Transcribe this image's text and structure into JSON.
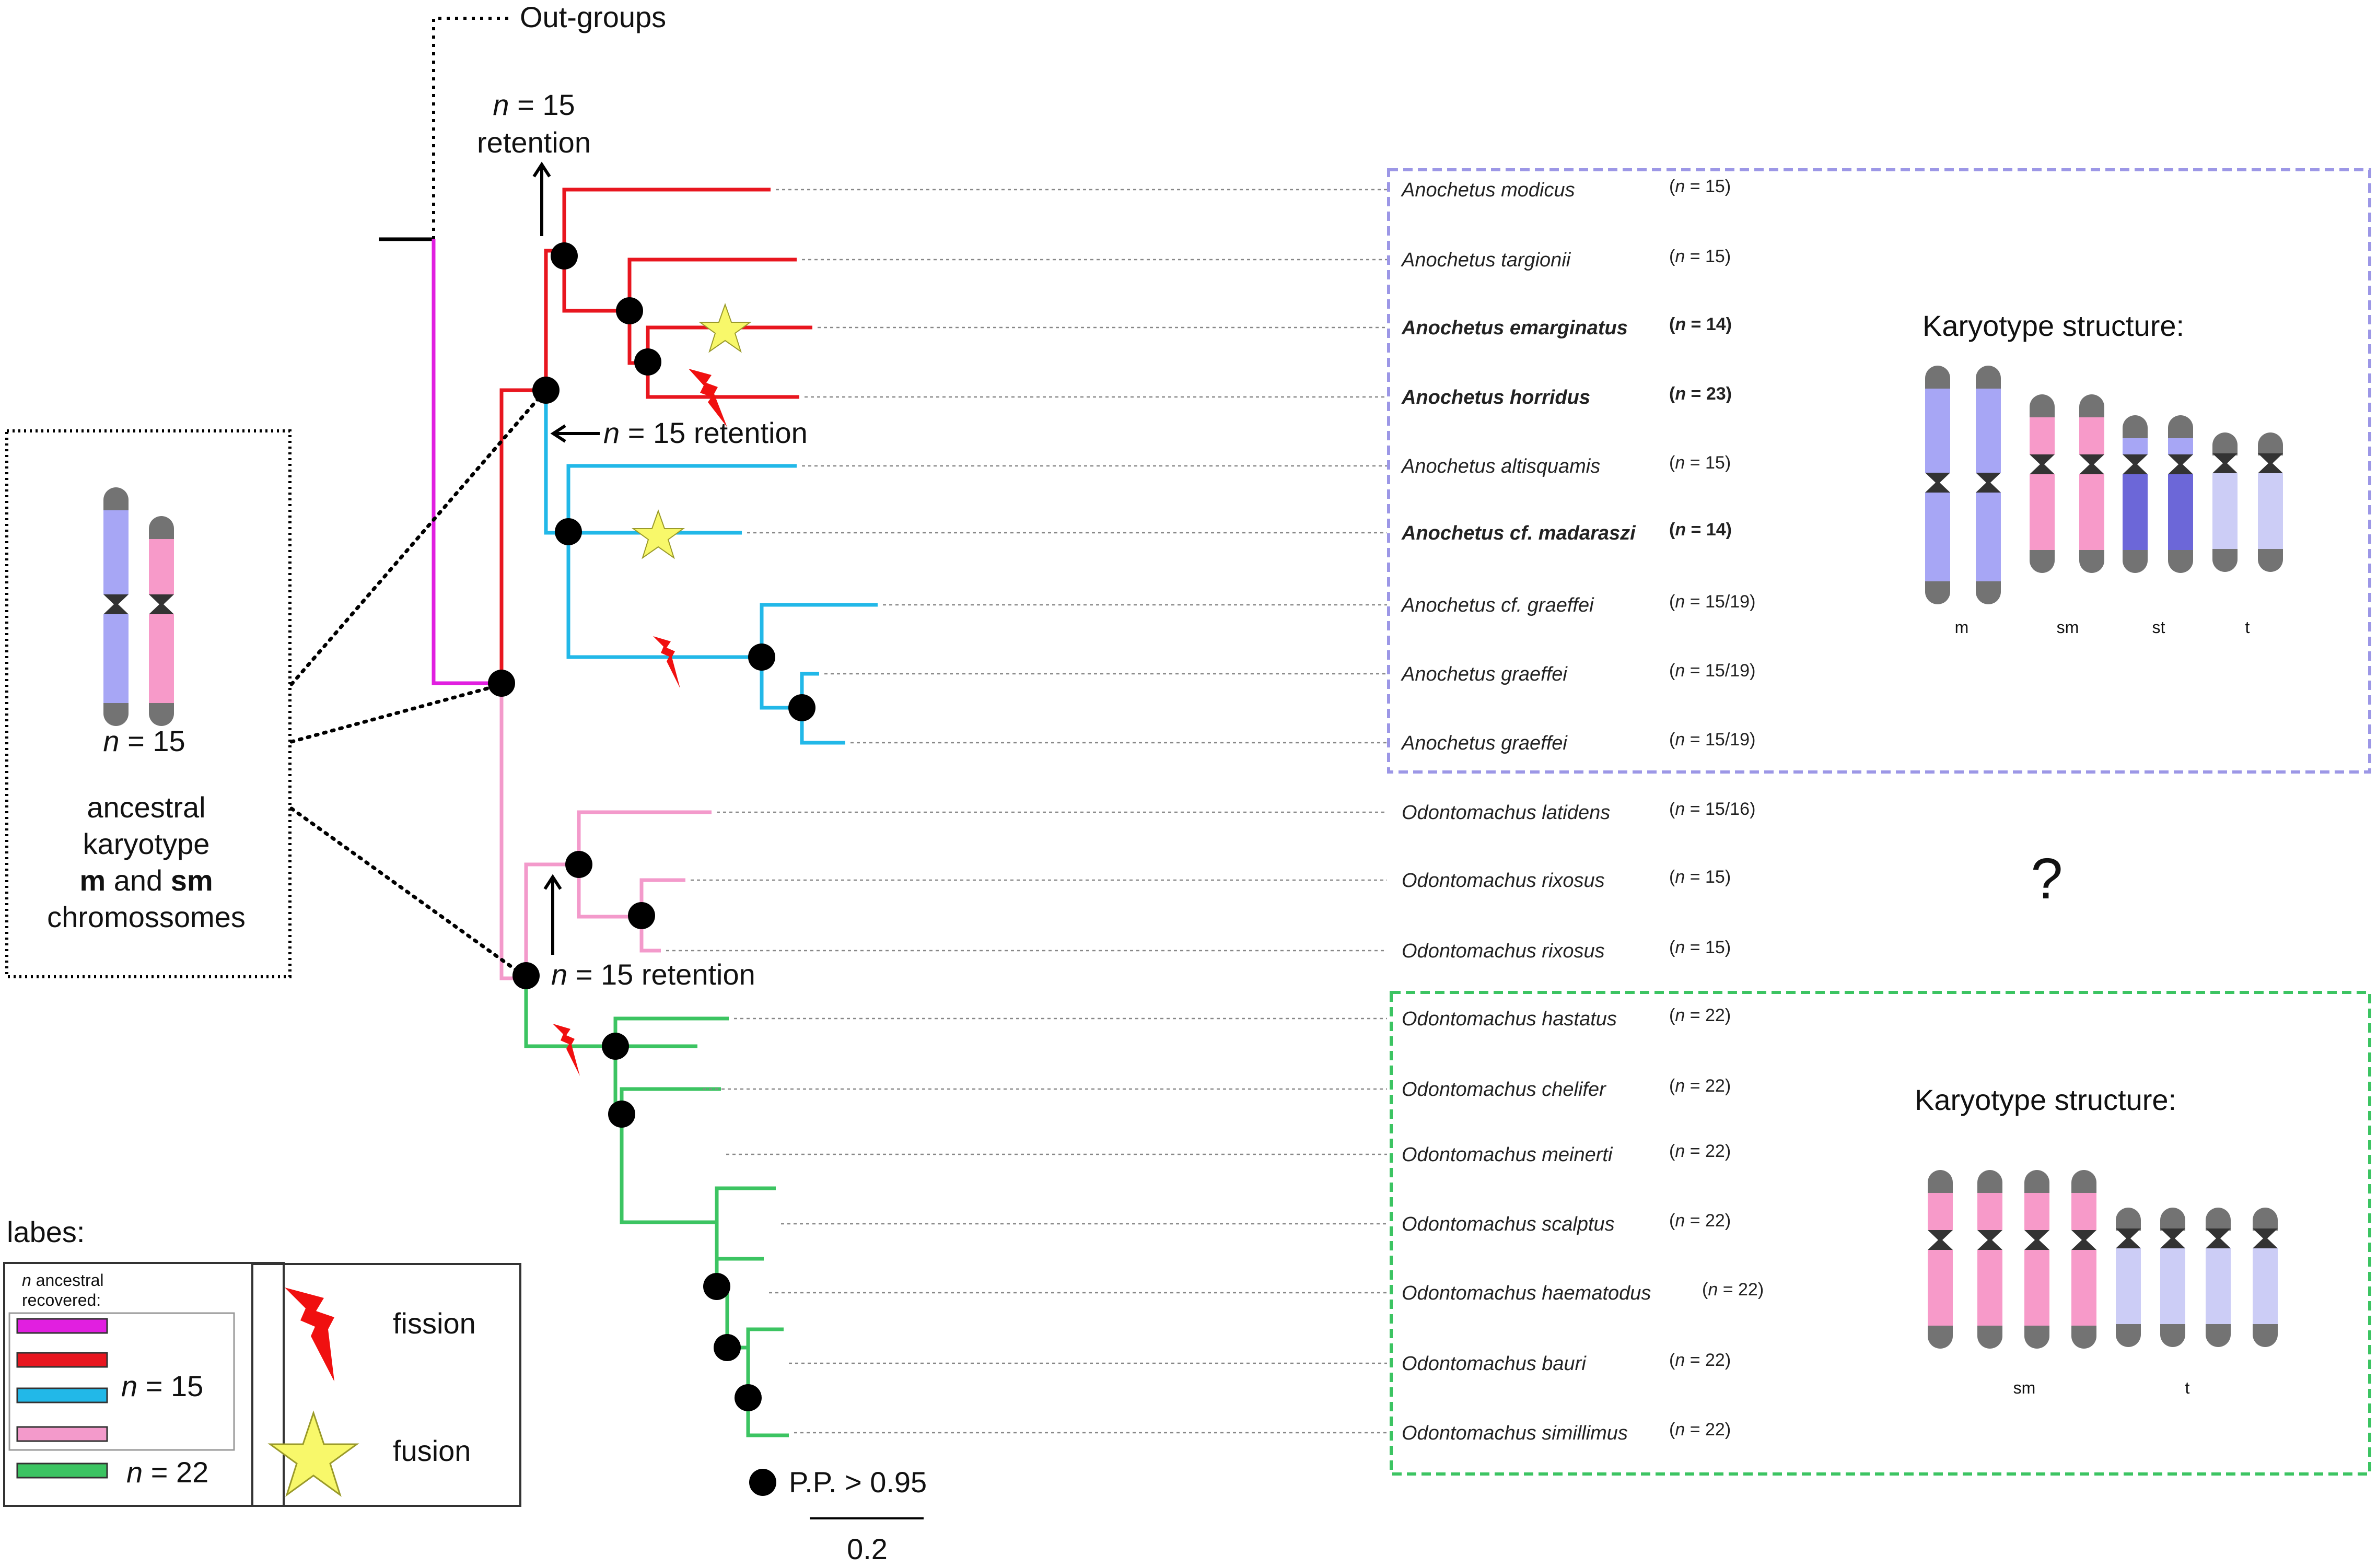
{
  "outgroups_label": "Out-groups",
  "retention_label_1_n": "n",
  "retention_label_1_eq": " = 15",
  "retention_label_1_word": "retention",
  "retention_label_2": "n = 15 retention",
  "retention_label_3": "n = 15 retention",
  "ancestral_box": {
    "n_line": "n = 15",
    "line1": "ancestral",
    "line2": "karyotype",
    "line3_m": "m",
    "line3_and": " and ",
    "line3_sm": "sm",
    "line4": "chromossomes"
  },
  "taxa": [
    {
      "name": "Anochetus modicus",
      "count": "(n = 15)",
      "bold": false
    },
    {
      "name": "Anochetus targionii",
      "count": "(n = 15)",
      "bold": false
    },
    {
      "name": "Anochetus emarginatus",
      "count": "(n = 14)",
      "bold": true
    },
    {
      "name": "Anochetus horridus",
      "count": "(n = 23)",
      "bold": true
    },
    {
      "name": "Anochetus altisquamis",
      "count": "(n = 15)",
      "bold": false
    },
    {
      "name": "Anochetus cf. madaraszi",
      "count": "(n = 14)",
      "bold": true
    },
    {
      "name": "Anochetus cf. graeffei",
      "count": "(n = 15/19)",
      "bold": false
    },
    {
      "name": "Anochetus graeffei",
      "count": "(n = 15/19)",
      "bold": false
    },
    {
      "name": "Anochetus graeffei",
      "count": "(n = 15/19)",
      "bold": false
    },
    {
      "name": "Odontomachus latidens",
      "count": "(n = 15/16)",
      "bold": false
    },
    {
      "name": "Odontomachus rixosus",
      "count": "(n = 15)",
      "bold": false
    },
    {
      "name": "Odontomachus rixosus",
      "count": "(n = 15)",
      "bold": false
    },
    {
      "name": "Odontomachus hastatus",
      "count": "(n = 22)",
      "bold": false
    },
    {
      "name": "Odontomachus chelifer",
      "count": "(n = 22)",
      "bold": false
    },
    {
      "name": "Odontomachus meinerti",
      "count": "(n = 22)",
      "bold": false
    },
    {
      "name": "Odontomachus scalptus",
      "count": "(n = 22)",
      "bold": false
    },
    {
      "name": "Odontomachus haematodus",
      "count": "(n = 22)",
      "bold": false
    },
    {
      "name": "Odontomachus bauri",
      "count": "(n = 22)",
      "bold": false
    },
    {
      "name": "Odontomachus simillimus",
      "count": "(n = 22)",
      "bold": false
    }
  ],
  "karyotype_top": {
    "title": "Karyotype structure:",
    "labels": [
      "m",
      "sm",
      "st",
      "t"
    ]
  },
  "question_mark": "?",
  "karyotype_bottom": {
    "title": "Karyotype structure:",
    "labels": [
      "sm",
      "t"
    ]
  },
  "legend": {
    "title": "labes:",
    "n_ancestral_n": "n",
    "n_ancestral_rest": " ancestral",
    "recovered": "recovered:",
    "n15_n": "n",
    "n15_rest": " = 15",
    "n22_n": "n",
    "n22_rest": " = 22",
    "fission": "fission",
    "fusion": "fusion"
  },
  "pp_label": "P.P. > 0.95",
  "scale_label": "0.2",
  "colors": {
    "magenta": "#E11FE0",
    "red": "#E8161F",
    "cyan": "#22B8E8",
    "pink": "#F39ACB",
    "green": "#3CC462",
    "chrom_blue": "#A7A6F5",
    "chrom_pink": "#F79AC9",
    "chrom_dark_blue": "#6C67D8",
    "chrom_light_blue": "#CCCDF6",
    "chrom_gray": "#737373",
    "top_box_border": "#9C97E6",
    "bottom_box_border": "#3CC462"
  }
}
